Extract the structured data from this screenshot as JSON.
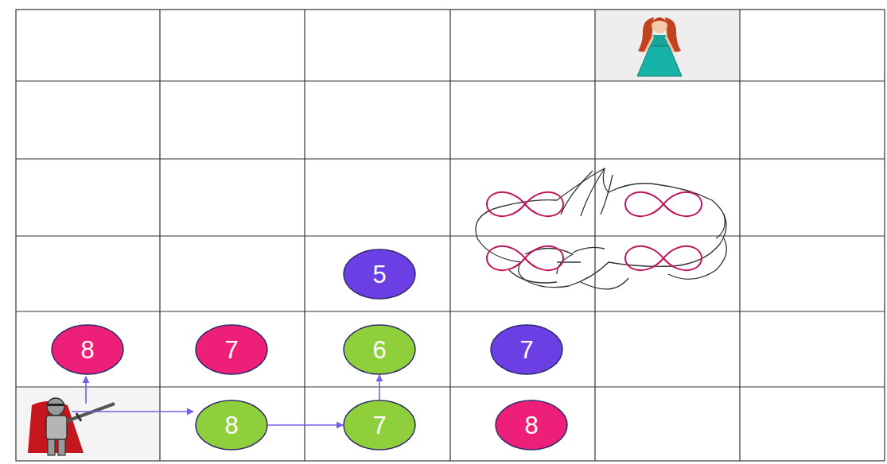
{
  "diagram": {
    "nodes": [
      {
        "text": [
          "5"
        ]
      },
      {
        "text": [
          "8"
        ]
      },
      {
        "text": [
          "7"
        ]
      },
      {
        "text": [
          "6"
        ]
      },
      {
        "text": [
          "7"
        ]
      },
      {
        "text": [
          "8"
        ]
      },
      {
        "text": [
          "7"
        ]
      },
      {
        "text": [
          "8"
        ]
      }
    ],
    "edges": [
      {
        "from": 5,
        "to": 6,
        "arrow": "to"
      },
      {
        "from": 6,
        "to": 3,
        "arrow": "to"
      }
    ]
  }
}
